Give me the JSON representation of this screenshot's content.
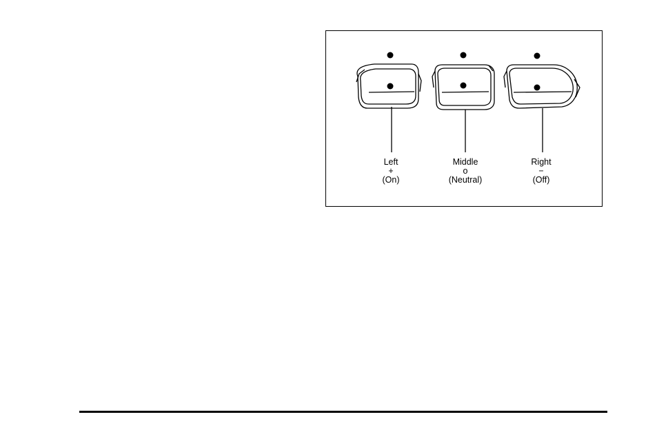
{
  "figure": {
    "buttons": [
      {
        "name": "Left",
        "symbol": "+",
        "state": "(On)"
      },
      {
        "name": "Middle",
        "symbol": "o",
        "state": "(Neutral)"
      },
      {
        "name": "Right",
        "symbol": "−",
        "state": "(Off)"
      }
    ]
  }
}
